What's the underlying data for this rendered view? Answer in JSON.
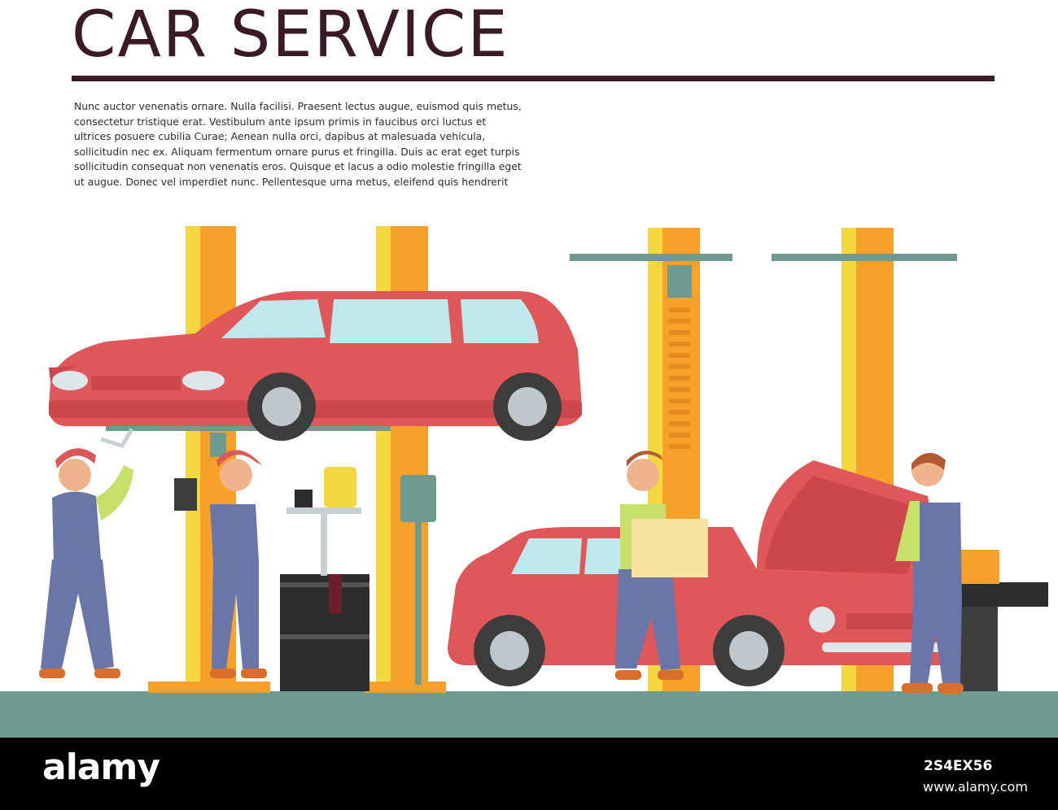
{
  "header": {
    "title": "CAR SERVICE",
    "paragraph": [
      "Nunc auctor venenatis ornare. Nulla facilisi. Praesent lectus augue, euismod quis metus,",
      "consectetur tristique erat. Vestibulum ante ipsum primis in faucibus orci luctus et",
      "ultrices posuere cubilia Curae; Aenean nulla orci, dapibus at malesuada vehicula,",
      "sollicitudin nec ex. Aliquam fermentum ornare purus et fringilla. Duis ac erat eget turpis",
      "sollicitudin consequat non venenatis eros. Quisque et lacus a odio molestie fringilla eget",
      "ut augue. Donec vel imperdiet nunc. Pellentesque urna metus, eleifend quis hendrerit"
    ]
  },
  "footer": {
    "logo": "alamy",
    "image_id": "2S4EX56",
    "site": "www.alamy.com"
  },
  "colors": {
    "title": "#3b1a27",
    "lift_orange": "#f7a12b",
    "lift_yellow": "#f5d83f",
    "car_red": "#e0575a",
    "floor": "#6e9a8f",
    "overalls": "#6b76a8",
    "shirt": "#c6e06a"
  },
  "icons": [
    "wrench-icon",
    "clipboard-icon",
    "oil-can-icon",
    "toolbox-icon"
  ]
}
